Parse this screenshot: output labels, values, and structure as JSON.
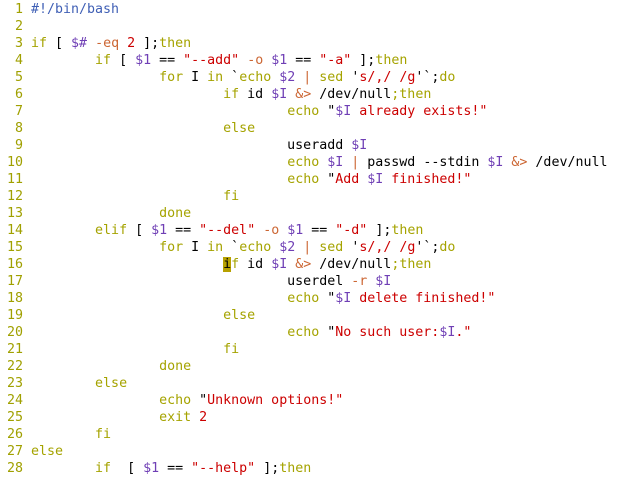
{
  "editor": {
    "cursor_line": 16,
    "lines": [
      {
        "n": "1",
        "segs": [
          {
            "t": "#!/bin/bash",
            "c": "com"
          }
        ]
      },
      {
        "n": "2",
        "segs": []
      },
      {
        "n": "3",
        "segs": [
          {
            "t": "if",
            "c": "kw"
          },
          {
            "t": " [ ",
            "c": "pl"
          },
          {
            "t": "$#",
            "c": "var"
          },
          {
            "t": " -eq ",
            "c": "op"
          },
          {
            "t": "2",
            "c": "str"
          },
          {
            "t": " ];",
            "c": "pl"
          },
          {
            "t": "then",
            "c": "kw"
          }
        ]
      },
      {
        "n": "4",
        "segs": [
          {
            "t": "        ",
            "c": "pl"
          },
          {
            "t": "if",
            "c": "kw"
          },
          {
            "t": " [ ",
            "c": "pl"
          },
          {
            "t": "$1",
            "c": "var"
          },
          {
            "t": " == ",
            "c": "pl"
          },
          {
            "t": "\"--add\"",
            "c": "str"
          },
          {
            "t": " -o ",
            "c": "op"
          },
          {
            "t": "$1",
            "c": "var"
          },
          {
            "t": " == ",
            "c": "pl"
          },
          {
            "t": "\"-a\"",
            "c": "str"
          },
          {
            "t": " ];",
            "c": "pl"
          },
          {
            "t": "then",
            "c": "kw"
          }
        ]
      },
      {
        "n": "5",
        "segs": [
          {
            "t": "                ",
            "c": "pl"
          },
          {
            "t": "for",
            "c": "kw"
          },
          {
            "t": " I ",
            "c": "pl"
          },
          {
            "t": "in",
            "c": "kw"
          },
          {
            "t": " `",
            "c": "pl"
          },
          {
            "t": "echo",
            "c": "kw"
          },
          {
            "t": " ",
            "c": "pl"
          },
          {
            "t": "$2",
            "c": "var"
          },
          {
            "t": " | ",
            "c": "op"
          },
          {
            "t": "sed",
            "c": "kw"
          },
          {
            "t": " '",
            "c": "pl"
          },
          {
            "t": "s/,/ /g",
            "c": "str"
          },
          {
            "t": "'`;",
            "c": "pl"
          },
          {
            "t": "do",
            "c": "kw"
          }
        ]
      },
      {
        "n": "6",
        "segs": [
          {
            "t": "                        ",
            "c": "pl"
          },
          {
            "t": "if",
            "c": "kw"
          },
          {
            "t": " id ",
            "c": "pl"
          },
          {
            "t": "$I",
            "c": "var"
          },
          {
            "t": " &>",
            "c": "op"
          },
          {
            "t": " /dev/null",
            "c": "pl"
          },
          {
            "t": ";then",
            "c": "kw"
          }
        ]
      },
      {
        "n": "7",
        "segs": [
          {
            "t": "                                ",
            "c": "pl"
          },
          {
            "t": "echo",
            "c": "kw"
          },
          {
            "t": " \"",
            "c": "pl"
          },
          {
            "t": "$I",
            "c": "var"
          },
          {
            "t": " already exists!\"",
            "c": "str"
          }
        ]
      },
      {
        "n": "8",
        "segs": [
          {
            "t": "                        ",
            "c": "pl"
          },
          {
            "t": "else",
            "c": "kw"
          }
        ]
      },
      {
        "n": "9",
        "segs": [
          {
            "t": "                                useradd ",
            "c": "pl"
          },
          {
            "t": "$I",
            "c": "var"
          }
        ]
      },
      {
        "n": "10",
        "segs": [
          {
            "t": "                                ",
            "c": "pl"
          },
          {
            "t": "echo",
            "c": "kw"
          },
          {
            "t": " ",
            "c": "pl"
          },
          {
            "t": "$I",
            "c": "var"
          },
          {
            "t": " | ",
            "c": "op"
          },
          {
            "t": "passwd --stdin ",
            "c": "pl"
          },
          {
            "t": "$I",
            "c": "var"
          },
          {
            "t": " &>",
            "c": "op"
          },
          {
            "t": " /dev/null",
            "c": "pl"
          }
        ]
      },
      {
        "n": "11",
        "segs": [
          {
            "t": "                                ",
            "c": "pl"
          },
          {
            "t": "echo",
            "c": "kw"
          },
          {
            "t": " \"",
            "c": "pl"
          },
          {
            "t": "Add ",
            "c": "str"
          },
          {
            "t": "$I",
            "c": "var"
          },
          {
            "t": " finished!\"",
            "c": "str"
          }
        ]
      },
      {
        "n": "12",
        "segs": [
          {
            "t": "                        ",
            "c": "pl"
          },
          {
            "t": "fi",
            "c": "kw"
          }
        ]
      },
      {
        "n": "13",
        "segs": [
          {
            "t": "                ",
            "c": "pl"
          },
          {
            "t": "done",
            "c": "kw"
          }
        ]
      },
      {
        "n": "14",
        "segs": [
          {
            "t": "        ",
            "c": "pl"
          },
          {
            "t": "elif",
            "c": "kw"
          },
          {
            "t": " [ ",
            "c": "pl"
          },
          {
            "t": "$1",
            "c": "var"
          },
          {
            "t": " == ",
            "c": "pl"
          },
          {
            "t": "\"--del\"",
            "c": "str"
          },
          {
            "t": " -o ",
            "c": "op"
          },
          {
            "t": "$1",
            "c": "var"
          },
          {
            "t": " == ",
            "c": "pl"
          },
          {
            "t": "\"-d\"",
            "c": "str"
          },
          {
            "t": " ];",
            "c": "pl"
          },
          {
            "t": "then",
            "c": "kw"
          }
        ]
      },
      {
        "n": "15",
        "segs": [
          {
            "t": "                ",
            "c": "pl"
          },
          {
            "t": "for",
            "c": "kw"
          },
          {
            "t": " I ",
            "c": "pl"
          },
          {
            "t": "in",
            "c": "kw"
          },
          {
            "t": " `",
            "c": "pl"
          },
          {
            "t": "echo",
            "c": "kw"
          },
          {
            "t": " ",
            "c": "pl"
          },
          {
            "t": "$2",
            "c": "var"
          },
          {
            "t": " | ",
            "c": "op"
          },
          {
            "t": "sed",
            "c": "kw"
          },
          {
            "t": " '",
            "c": "pl"
          },
          {
            "t": "s/,/ /g",
            "c": "str"
          },
          {
            "t": "'`;",
            "c": "pl"
          },
          {
            "t": "do",
            "c": "kw"
          }
        ]
      },
      {
        "n": "16",
        "segs": [
          {
            "t": "                        ",
            "c": "pl"
          },
          {
            "t": "i",
            "c": "cursor"
          },
          {
            "t": "f",
            "c": "kw"
          },
          {
            "t": " id ",
            "c": "pl"
          },
          {
            "t": "$I",
            "c": "var"
          },
          {
            "t": " &>",
            "c": "op"
          },
          {
            "t": " /dev/null",
            "c": "pl"
          },
          {
            "t": ";then",
            "c": "kw"
          }
        ]
      },
      {
        "n": "17",
        "segs": [
          {
            "t": "                                userdel ",
            "c": "pl"
          },
          {
            "t": "-r",
            "c": "op"
          },
          {
            "t": " ",
            "c": "pl"
          },
          {
            "t": "$I",
            "c": "var"
          }
        ]
      },
      {
        "n": "18",
        "segs": [
          {
            "t": "                                ",
            "c": "pl"
          },
          {
            "t": "echo",
            "c": "kw"
          },
          {
            "t": " \"",
            "c": "pl"
          },
          {
            "t": "$I",
            "c": "var"
          },
          {
            "t": " delete finished!\"",
            "c": "str"
          }
        ]
      },
      {
        "n": "19",
        "segs": [
          {
            "t": "                        ",
            "c": "pl"
          },
          {
            "t": "else",
            "c": "kw"
          }
        ]
      },
      {
        "n": "20",
        "segs": [
          {
            "t": "                                ",
            "c": "pl"
          },
          {
            "t": "echo",
            "c": "kw"
          },
          {
            "t": " \"",
            "c": "pl"
          },
          {
            "t": "No such user:",
            "c": "str"
          },
          {
            "t": "$I",
            "c": "var"
          },
          {
            "t": ".\"",
            "c": "str"
          }
        ]
      },
      {
        "n": "21",
        "segs": [
          {
            "t": "                        ",
            "c": "pl"
          },
          {
            "t": "fi",
            "c": "kw"
          }
        ]
      },
      {
        "n": "22",
        "segs": [
          {
            "t": "                ",
            "c": "pl"
          },
          {
            "t": "done",
            "c": "kw"
          }
        ]
      },
      {
        "n": "23",
        "segs": [
          {
            "t": "        ",
            "c": "pl"
          },
          {
            "t": "else",
            "c": "kw"
          }
        ]
      },
      {
        "n": "24",
        "segs": [
          {
            "t": "                ",
            "c": "pl"
          },
          {
            "t": "echo",
            "c": "kw"
          },
          {
            "t": " \"",
            "c": "pl"
          },
          {
            "t": "Unknown options!\"",
            "c": "str"
          }
        ]
      },
      {
        "n": "25",
        "segs": [
          {
            "t": "                ",
            "c": "pl"
          },
          {
            "t": "exit",
            "c": "kw"
          },
          {
            "t": " ",
            "c": "pl"
          },
          {
            "t": "2",
            "c": "str"
          }
        ]
      },
      {
        "n": "26",
        "segs": [
          {
            "t": "        ",
            "c": "pl"
          },
          {
            "t": "fi",
            "c": "kw"
          }
        ]
      },
      {
        "n": "27",
        "segs": [
          {
            "t": "else",
            "c": "kw"
          }
        ]
      },
      {
        "n": "28",
        "segs": [
          {
            "t": "        ",
            "c": "pl"
          },
          {
            "t": "if",
            "c": "kw"
          },
          {
            "t": "  [ ",
            "c": "pl"
          },
          {
            "t": "$1",
            "c": "var"
          },
          {
            "t": " == ",
            "c": "pl"
          },
          {
            "t": "\"--help\"",
            "c": "str"
          },
          {
            "t": " ];",
            "c": "pl"
          },
          {
            "t": "then",
            "c": "kw"
          }
        ]
      }
    ]
  }
}
